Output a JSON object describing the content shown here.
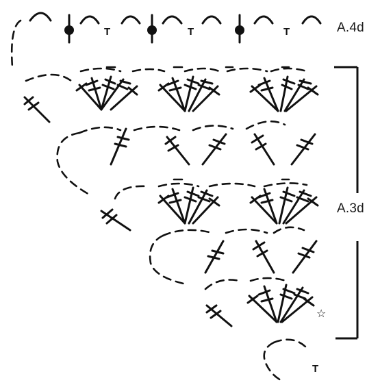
{
  "labels": {
    "row_a4": "A.4d",
    "row_a3": "A.3d"
  },
  "symbols": {
    "half_treble": "T",
    "star": "☆"
  },
  "colors": {
    "ink": "#111111",
    "background": "#ffffff"
  }
}
